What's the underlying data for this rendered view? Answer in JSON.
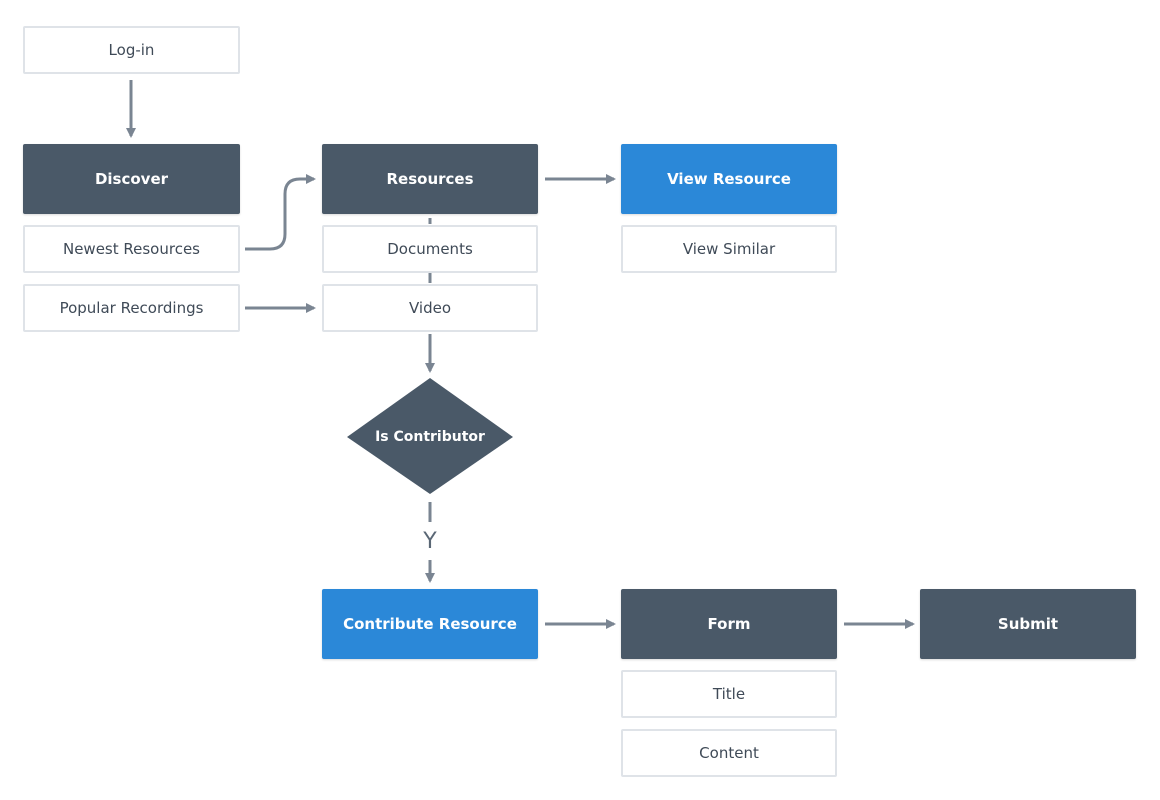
{
  "diagram": {
    "nodes": {
      "login": "Log-in",
      "discover": "Discover",
      "newest_resources": "Newest Resources",
      "popular_recordings": "Popular Recordings",
      "resources": "Resources",
      "documents": "Documents",
      "video": "Video",
      "view_resource": "View Resource",
      "view_similar": "View Similar",
      "is_contributor": "Is Contributor",
      "contribute_resource": "Contribute Resource",
      "form": "Form",
      "title": "Title",
      "content": "Content",
      "submit": "Submit"
    },
    "edge_labels": {
      "contributor_yes": "Y"
    },
    "colors": {
      "dark_node": "#4a5968",
      "accent_node": "#2b88d8",
      "outline_border": "#dfe3e8",
      "arrow": "#7a8592"
    }
  }
}
